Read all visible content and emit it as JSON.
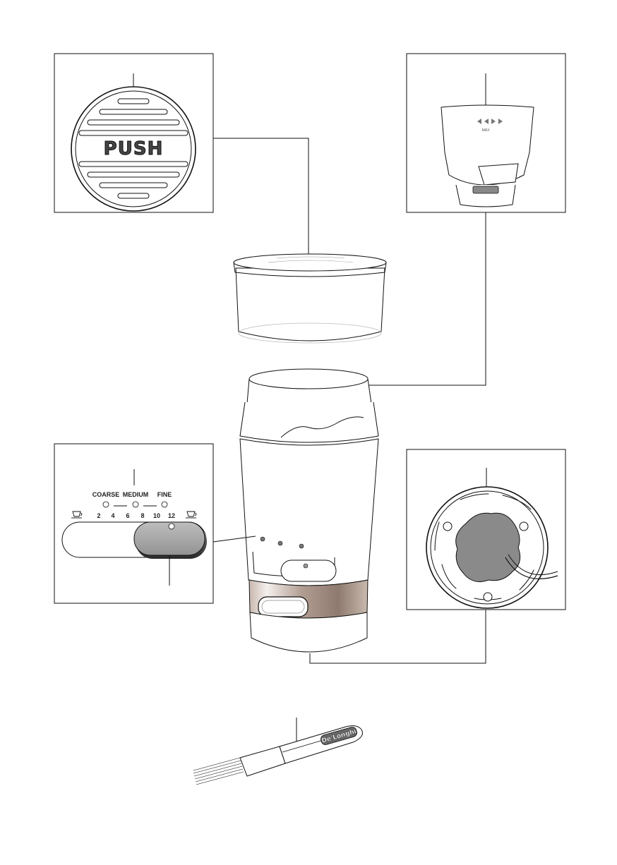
{
  "lid_detail": {
    "push_label": "PUSH"
  },
  "grind_selector": {
    "coarse_label": "COARSE",
    "medium_label": "MEDIUM",
    "fine_label": "FINE",
    "cup_numbers": [
      "2",
      "4",
      "6",
      "8",
      "10",
      "12"
    ]
  },
  "chamber_detail": {
    "max_label": "MAX"
  },
  "brush": {
    "brand": "De'Longhi"
  },
  "colors": {
    "line": "#111111",
    "slider_grey": "#a3a3a3",
    "burr_grey": "#8a8a8a",
    "base_band": "#a38e82"
  }
}
